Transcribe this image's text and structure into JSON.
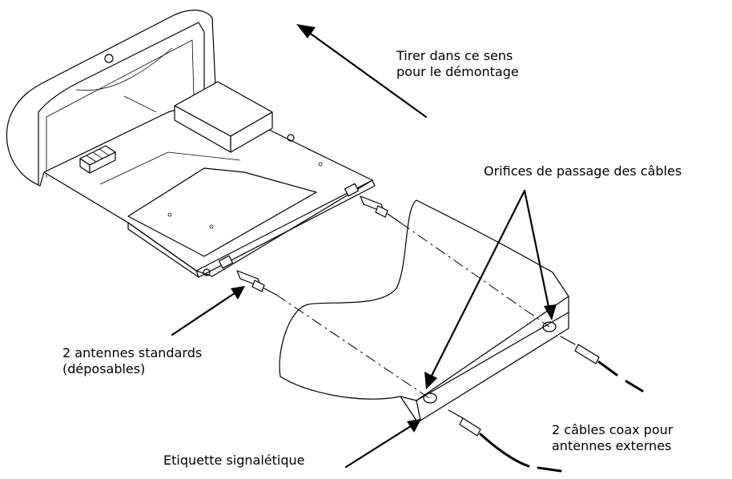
{
  "labels": {
    "pull_direction": [
      "Tirer dans ce sens",
      "pour le démontage"
    ],
    "cable_holes": [
      "Orifices de passage des câbles"
    ],
    "standard_antennas": [
      "2 antennes standards",
      "(déposables)"
    ],
    "coax_cables": [
      "2 câbles coax pour",
      "antennes externes"
    ],
    "rating_label": [
      "Etiquette signalétique"
    ]
  }
}
